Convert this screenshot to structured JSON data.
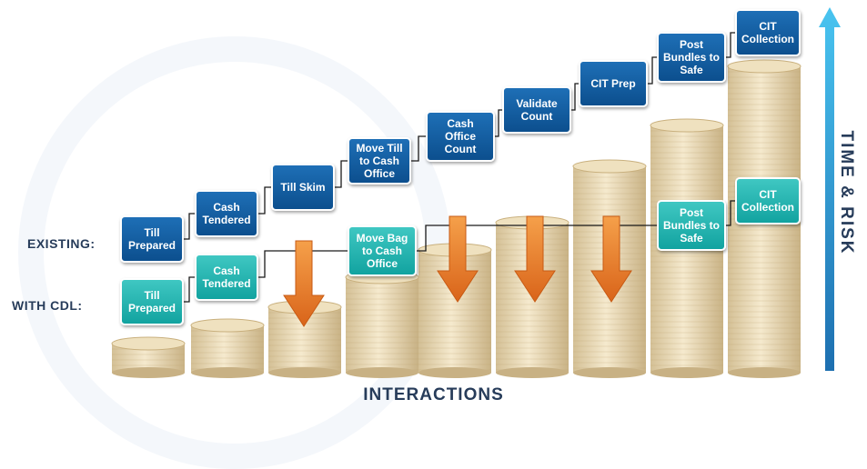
{
  "row_labels": {
    "existing": "EXISTING:",
    "with_cdl": "WITH CDL:"
  },
  "x_axis_label": "INTERACTIONS",
  "y_axis_label": "TIME & RISK",
  "existing_steps": [
    "Till\nPrepared",
    "Cash\nTendered",
    "Till Skim",
    "Move Till\nto Cash\nOffice",
    "Cash\nOffice\nCount",
    "Validate\nCount",
    "CIT Prep",
    "Post\nBundles to\nSafe",
    "CIT\nCollection"
  ],
  "cdl_steps": [
    "Till\nPrepared",
    "Cash\nTendered",
    "Move Bag\nto Cash\nOffice",
    "Post\nBundles to\nSafe",
    "CIT\nCollection"
  ],
  "colors": {
    "existing_box": "#0f5a9c",
    "cdl_box": "#1aaeac",
    "down_arrow": "#e8741e",
    "time_risk_arrow": "#2e9ad6",
    "label_text": "#273c5a"
  }
}
